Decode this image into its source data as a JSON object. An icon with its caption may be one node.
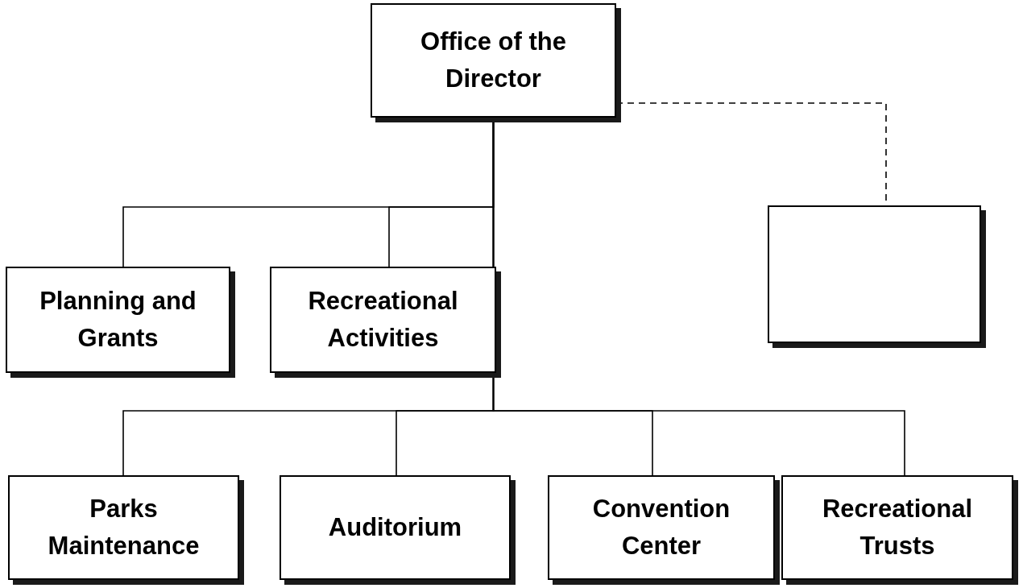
{
  "diagram": {
    "nodes": [
      {
        "text": [
          "Office of the Director"
        ]
      },
      {
        "text": [
          "Planning and Grants"
        ]
      },
      {
        "text": [
          "Recreational Activities"
        ]
      },
      {
        "text": [],
        "shape": "box"
      },
      {
        "text": [
          "Parks Maintenance"
        ]
      },
      {
        "text": [
          "Auditorium"
        ]
      },
      {
        "text": [
          "Convention Center"
        ]
      },
      {
        "text": [
          "Recreational Trusts"
        ]
      }
    ],
    "edges": [
      {
        "from": 0,
        "to": 1,
        "arrow": "none"
      },
      {
        "from": 0,
        "to": 2,
        "arrow": "none"
      },
      {
        "from": 0,
        "to": 3,
        "arrow": "none",
        "style": "dashed"
      },
      {
        "from": 0,
        "to": 4,
        "arrow": "none"
      },
      {
        "from": 0,
        "to": 5,
        "arrow": "none"
      },
      {
        "from": 0,
        "to": 6,
        "arrow": "none"
      },
      {
        "from": 0,
        "to": 7,
        "arrow": "none"
      }
    ]
  }
}
